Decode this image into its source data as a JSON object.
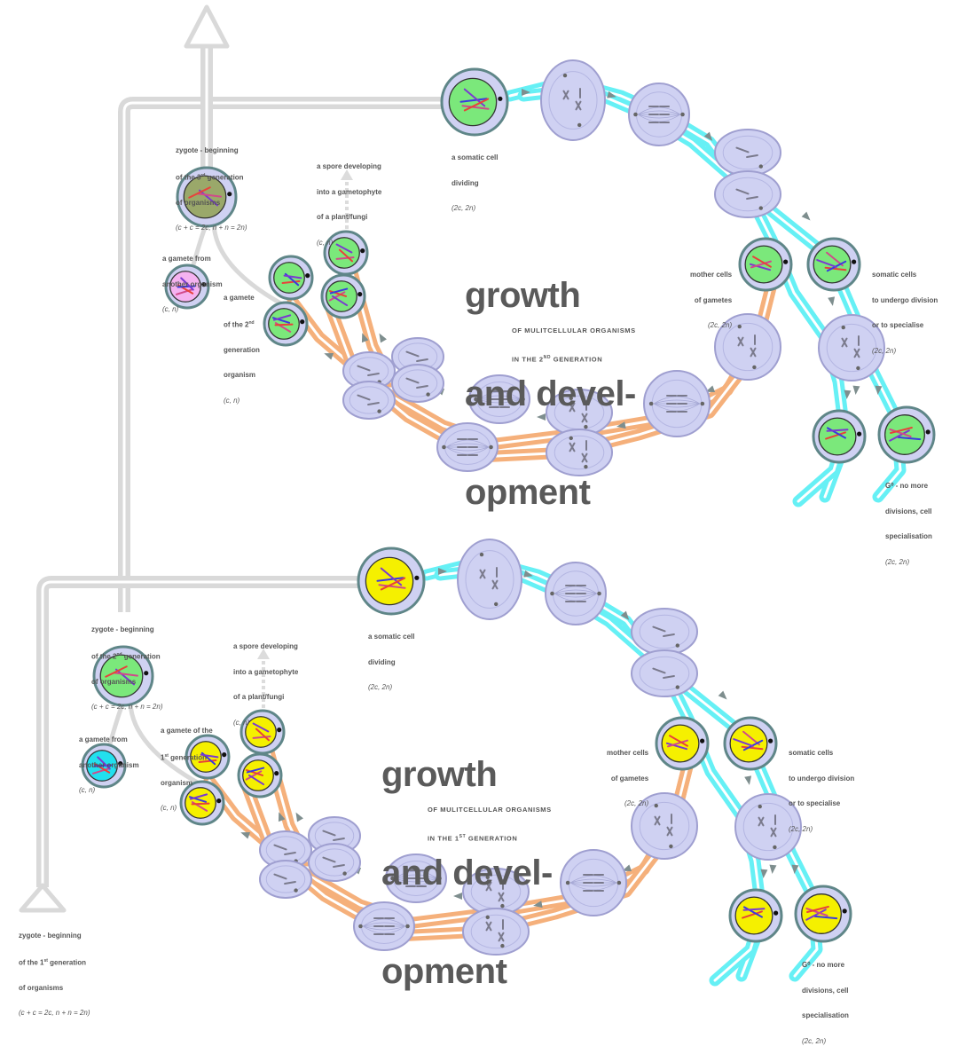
{
  "generations": [
    {
      "title_lines": [
        "growth",
        "and devel-",
        "opment"
      ],
      "subtitle": {
        "prefix": "OF MULITCELLULAR ORGANISMS",
        "in_the": "IN THE ",
        "num": "2",
        "ord": "ND",
        "suffix": " GENERATION"
      },
      "nucleus_color": "#7be87b",
      "zygote": {
        "line1": "zygote - beginning",
        "line2_pre": "of the ",
        "line2_num": "3",
        "line2_ord": "rd",
        "line2_post": " generation",
        "line3": "of organisms",
        "formula": "(c + c = 2c, n + n = 2n)"
      },
      "foreign_gamete": {
        "line1": "a gamete from",
        "line2": "another organism",
        "formula": "(c, n)",
        "color": "#f5b2f0"
      },
      "own_gamete": {
        "line1": "a gamete",
        "line2_pre": "of the ",
        "line2_num": "2",
        "line2_ord": "nd",
        "line3": "generation",
        "line4": "organism",
        "formula": "(c, n)"
      },
      "spore": {
        "line1": "a spore developing",
        "line2": "into a gametophyte",
        "line3": "of a plant/fungi",
        "formula": "(c, n)"
      },
      "somatic_dividing": {
        "line1": "a somatic cell",
        "line2": "dividing",
        "formula": "(2c, 2n)"
      },
      "mother_cells": {
        "line1": "mother cells",
        "line2": "of gametes",
        "formula": "(2c, 2n)"
      },
      "somatic_specialise": {
        "line1": "somatic cells",
        "line2": "to undergo division",
        "line3": "or to specialise",
        "formula": "(2c, 2n)"
      },
      "g0": {
        "line1": "G⁰ - no more",
        "line2": "divisions, cell",
        "line3": "specialisation",
        "formula": "(2c, 2n)"
      }
    },
    {
      "title_lines": [
        "growth",
        "and devel-",
        "opment"
      ],
      "subtitle": {
        "prefix": "OF MULITCELLULAR ORGANISMS",
        "in_the": "IN THE ",
        "num": "1",
        "ord": "ST",
        "suffix": " GENERATION"
      },
      "nucleus_color": "#f5f000",
      "zygote": {
        "line1": "zygote - beginning",
        "line2_pre": "of the ",
        "line2_num": "2",
        "line2_ord": "nd",
        "line2_post": " generation",
        "line3": "of organisms",
        "formula": "(c + c = 2c, n + n = 2n)"
      },
      "foreign_gamete": {
        "line1": "a gamete from",
        "line2": "another organism",
        "formula": "(c, n)",
        "color": "#22e0ee"
      },
      "own_gamete": {
        "line1": "a gamete of the",
        "line2_pre": "",
        "line2_num": "1",
        "line2_ord": "st",
        "line3": "generation",
        "line4": "organism",
        "formula": "(c, n)"
      },
      "spore": {
        "line1": "a spore developing",
        "line2": "into a gametophyte",
        "line3": "of a plant/fungi",
        "formula": "(c, n)"
      },
      "somatic_dividing": {
        "line1": "a somatic cell",
        "line2": "dividing",
        "formula": "(2c, 2n)"
      },
      "mother_cells": {
        "line1": "mother cells",
        "line2": "of gametes",
        "formula": "(2c, 2n)"
      },
      "somatic_specialise": {
        "line1": "somatic cells",
        "line2": "to undergo division",
        "line3": "or to specialise",
        "formula": "(2c, 2n)"
      },
      "g0": {
        "line1": "G⁰ - no more",
        "line2": "divisions, cell",
        "line3": "specialisation",
        "formula": "(2c, 2n)"
      }
    }
  ],
  "first_zygote": {
    "line1": "zygote - beginning",
    "line2_pre": "of the ",
    "line2_num": "1",
    "line2_ord": "st",
    "line2_post": " generation",
    "line3": "of organisms",
    "formula": "(c + c = 2c, n + n = 2n)"
  },
  "colors": {
    "cell_fill": "#cfd1f2",
    "cell_stroke": "#9f9fd0",
    "nucleus_outline": "#5f8688",
    "mitosis_path": "#66f0f5",
    "meiosis_path": "#f5b07b",
    "lineage_path": "#d9d9d9",
    "chromosome": "#7a7a8c",
    "arrow": "#7e8e8e"
  }
}
